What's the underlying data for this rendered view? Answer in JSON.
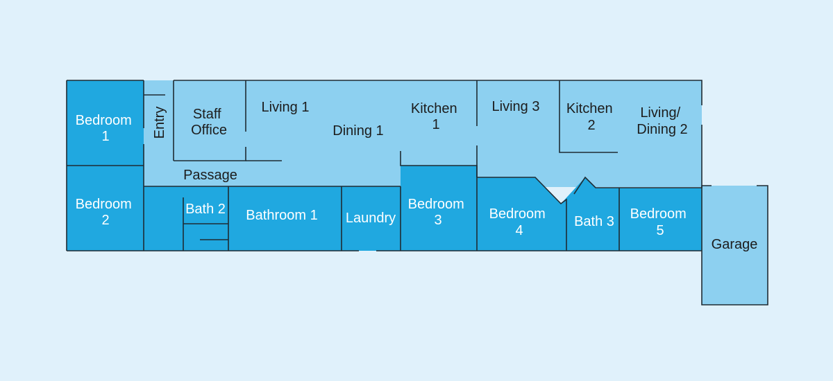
{
  "colors": {
    "background": "#e0f1fb",
    "light_room": "#8dd0f0",
    "dark_room": "#20a8e0",
    "wall": "#1f2b33",
    "dark_label": "#ffffff",
    "light_label": "#1c1c1c"
  },
  "rooms": {
    "bedroom_1": [
      "Bedroom",
      "1"
    ],
    "entry": "Entry",
    "staff_office": [
      "Staff",
      "Office"
    ],
    "living_1": "Living 1",
    "dining_1": "Dining 1",
    "kitchen_1": [
      "Kitchen",
      "1"
    ],
    "living_3": "Living 3",
    "kitchen_2": [
      "Kitchen",
      "2"
    ],
    "living_dining_2": [
      "Living/",
      "Dining 2"
    ],
    "passage": "Passage",
    "bedroom_2": [
      "Bedroom",
      "2"
    ],
    "bath_2": "Bath 2",
    "bathroom_1": "Bathroom 1",
    "laundry": "Laundry",
    "bedroom_3": [
      "Bedroom",
      "3"
    ],
    "bedroom_4": [
      "Bedroom",
      "4"
    ],
    "bath_3": "Bath 3",
    "bedroom_5": [
      "Bedroom",
      "5"
    ],
    "garage": "Garage"
  }
}
